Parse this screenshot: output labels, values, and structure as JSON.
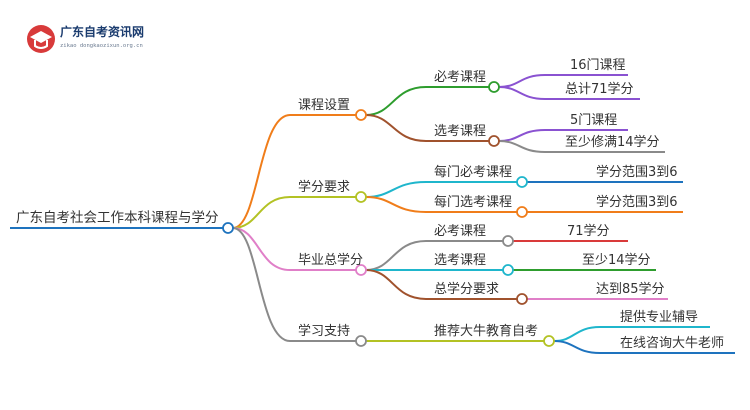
{
  "logo": {
    "title": "广东自考资讯网",
    "subtitle": "zikao dongkaozixun.org.cn"
  },
  "mindmap": {
    "root": "广东自考社会工作本科课程与学分",
    "branches": [
      {
        "label": "课程设置",
        "color": "#f07d1a",
        "children": [
          {
            "label": "必考课程",
            "color": "#2e9d2e",
            "leaves": [
              {
                "text": "16门课程",
                "color": "#8a52d1"
              },
              {
                "text": "总计71学分",
                "color": "#8a52d1"
              }
            ]
          },
          {
            "label": "选考课程",
            "color": "#a0522d",
            "leaves": [
              {
                "text": "5门课程",
                "color": "#8a52d1"
              },
              {
                "text": "至少修满14学分",
                "color": "#8a8a8a"
              }
            ]
          }
        ]
      },
      {
        "label": "学分要求",
        "color": "#b3c224",
        "children": [
          {
            "label": "每门必考课程",
            "color": "#1fb6cc",
            "leaves": [
              {
                "text": "学分范围3到6",
                "color": "#1e73be"
              }
            ]
          },
          {
            "label": "每门选考课程",
            "color": "#f07d1a",
            "leaves": [
              {
                "text": "学分范围3到6",
                "color": "#f07d1a"
              }
            ]
          }
        ]
      },
      {
        "label": "毕业总学分",
        "color": "#e07fc8",
        "children": [
          {
            "label": "必考课程",
            "color": "#8a8a8a",
            "leaves": [
              {
                "text": "71学分",
                "color": "#d93a3a"
              }
            ]
          },
          {
            "label": "选考课程",
            "color": "#1fb6cc",
            "leaves": [
              {
                "text": "至少14学分",
                "color": "#2e9d2e"
              }
            ]
          },
          {
            "label": "总学分要求",
            "color": "#a0522d",
            "leaves": [
              {
                "text": "达到85学分",
                "color": "#e07fc8"
              }
            ]
          }
        ]
      },
      {
        "label": "学习支持",
        "color": "#8a8a8a",
        "children": [
          {
            "label": "推荐大牛教育自考",
            "color": "#b3c224",
            "leaves": [
              {
                "text": "提供专业辅导",
                "color": "#1fb6cc"
              },
              {
                "text": "在线咨询大牛老师",
                "color": "#1e73be"
              }
            ]
          }
        ]
      }
    ]
  }
}
